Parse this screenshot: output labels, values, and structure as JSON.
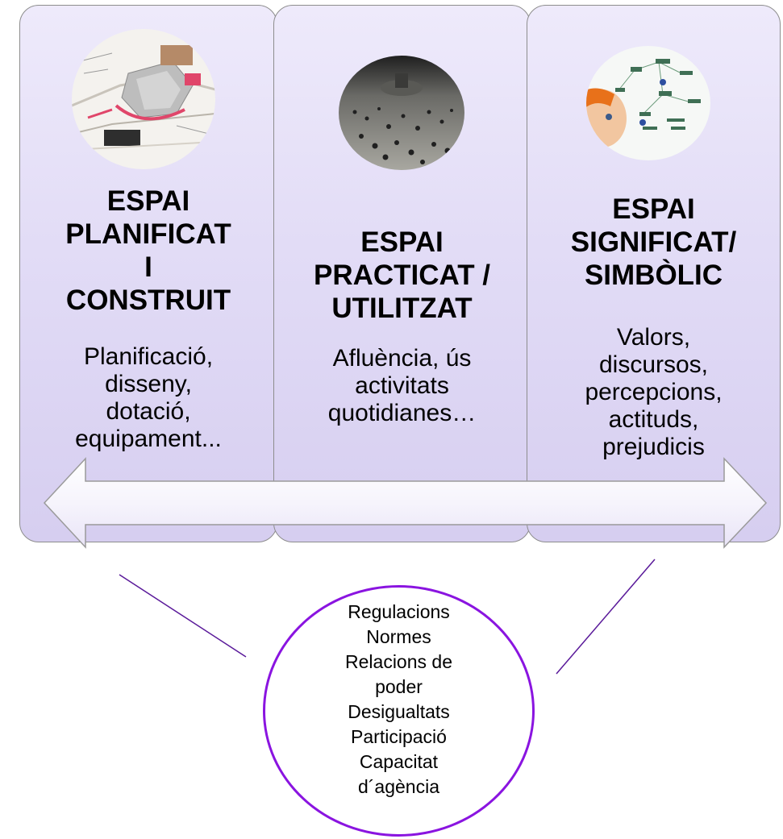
{
  "columns": [
    {
      "title_lines": [
        "ESPAI",
        "PLANIFICAT",
        "I",
        "CONSTRUIT"
      ],
      "description_lines": [
        "Planificació,",
        "disseny,",
        "dotació,",
        "equipament..."
      ],
      "image_icon": "urban-plan-map-photo"
    },
    {
      "title_lines": [
        "ESPAI",
        "PRACTICAT /",
        "UTILITZAT"
      ],
      "description_lines": [
        "Afluència, ús",
        "activitats",
        "quotidianes…"
      ],
      "image_icon": "crowded-square-photo"
    },
    {
      "title_lines": [
        "ESPAI",
        "SIGNIFICAT/",
        "SIMBÒLIC"
      ],
      "description_lines": [
        "Valors,",
        "discursos,",
        "percepcions,",
        "actituds,",
        "prejudicis"
      ],
      "image_icon": "mind-map-person-photo"
    }
  ],
  "center_circle": {
    "lines": [
      "Regulacions",
      "Normes",
      "Relacions de",
      "poder",
      "Desigualtats",
      "Participació",
      "Capacitat",
      "d´agència"
    ]
  },
  "colors": {
    "panel_fill": "#e2dcf6",
    "panel_border": "#8d8d8d",
    "circle_border": "#8a14e0",
    "connector_line": "#5a1a9a"
  }
}
